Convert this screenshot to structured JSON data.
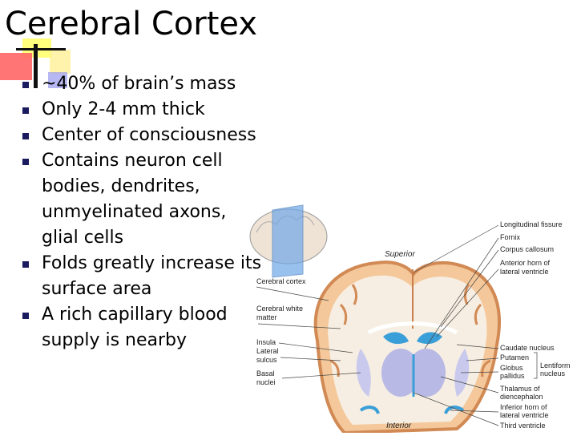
{
  "slide": {
    "title": "Cerebral Cortex",
    "bullets": [
      "~40% of brain’s mass",
      "Only 2-4 mm thick",
      "Center of consciousness",
      "Contains neuron cell bodies, dendrites, unmyelinated axons, glial cells",
      "Folds greatly increase its surface area",
      "A rich capillary blood supply is nearby"
    ]
  },
  "figure": {
    "labels_left": {
      "cerebral_cortex": "Cerebral cortex",
      "cerebral_white_matter_1": "Cerebral white",
      "cerebral_white_matter_2": "matter",
      "insula": "Insula",
      "lateral_sulcus_1": "Lateral",
      "lateral_sulcus_2": "sulcus",
      "basal_nuclei_1": "Basal",
      "basal_nuclei_2": "nuclei"
    },
    "labels_right": {
      "longitudinal_fissure": "Longitudinal fissure",
      "fornix": "Fornix",
      "corpus_callosum": "Corpus callosum",
      "anterior_horn_1": "Anterior horn of",
      "anterior_horn_2": "lateral ventricle",
      "caudate_nucleus": "Caudate nucleus",
      "putamen": "Putamen",
      "globus_pallidus_1": "Globus",
      "globus_pallidus_2": "pallidus",
      "lentiform_1": "Lentiform",
      "lentiform_2": "nucleus",
      "thalamus_1": "Thalamus of",
      "thalamus_2": "diencephalon",
      "inferior_horn_1": "Inferior horn of",
      "inferior_horn_2": "lateral ventricle",
      "third_ventricle": "Third ventricle"
    },
    "superior": "Superior",
    "inferior": "Interior"
  }
}
